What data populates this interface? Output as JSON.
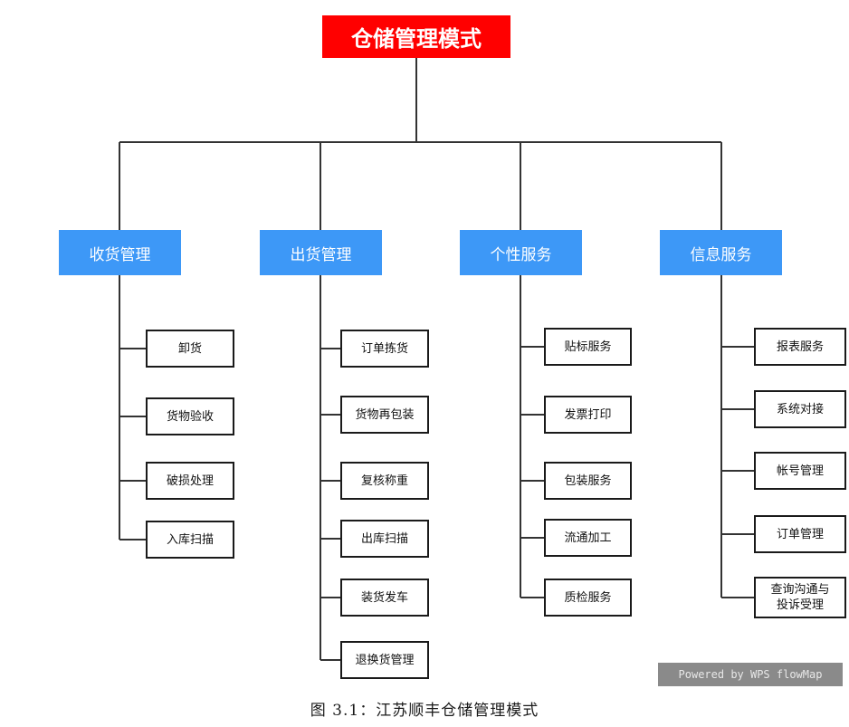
{
  "root": "仓储管理模式",
  "branches": [
    {
      "label": "收货管理",
      "items": [
        "卸货",
        "货物验收",
        "破损处理",
        "入库扫描"
      ]
    },
    {
      "label": "出货管理",
      "items": [
        "订单拣货",
        "货物再包装",
        "复核称重",
        "出库扫描",
        "装货发车",
        "退换货管理"
      ]
    },
    {
      "label": "个性服务",
      "items": [
        "贴标服务",
        "发票打印",
        "包装服务",
        "流通加工",
        "质检服务"
      ]
    },
    {
      "label": "信息服务",
      "items": [
        "报表服务",
        "系统对接",
        "帐号管理",
        "订单管理",
        "查询沟通与\n投诉受理"
      ]
    }
  ],
  "watermark": "Powered by WPS flowMap",
  "caption": "图 3.1：江苏顺丰仓储管理模式",
  "colors": {
    "root": "#ff0000",
    "category": "#3d98f7",
    "line": "#333333"
  }
}
